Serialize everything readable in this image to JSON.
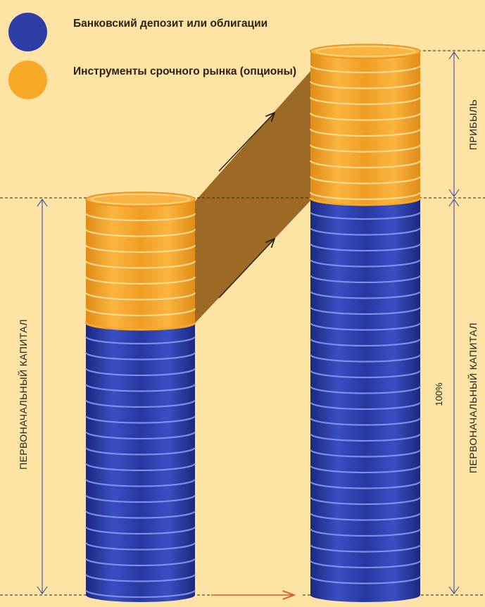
{
  "legend": [
    {
      "label": "Банковский депозит или облигации",
      "color": "#2e3ea6",
      "icon": "blue-circle"
    },
    {
      "label": "Инструменты срочного рынка (опционы)",
      "color": "#f7a928",
      "icon": "orange-circle"
    }
  ],
  "labels": {
    "left_capital": "ПЕРВОНАЧАЛЬНЫЙ КАПИТАЛ",
    "right_capital": "ПЕРВОНАЧАЛЬНЫЙ КАПИТАЛ",
    "profit": "ПРИБЫЛЬ",
    "percent": "100%"
  },
  "colors": {
    "background": "#fde3a4",
    "deposit": "#2e3ea6",
    "options": "#f7a928",
    "connector": "#9c6a24",
    "arrow_red": "#e2562b"
  }
}
